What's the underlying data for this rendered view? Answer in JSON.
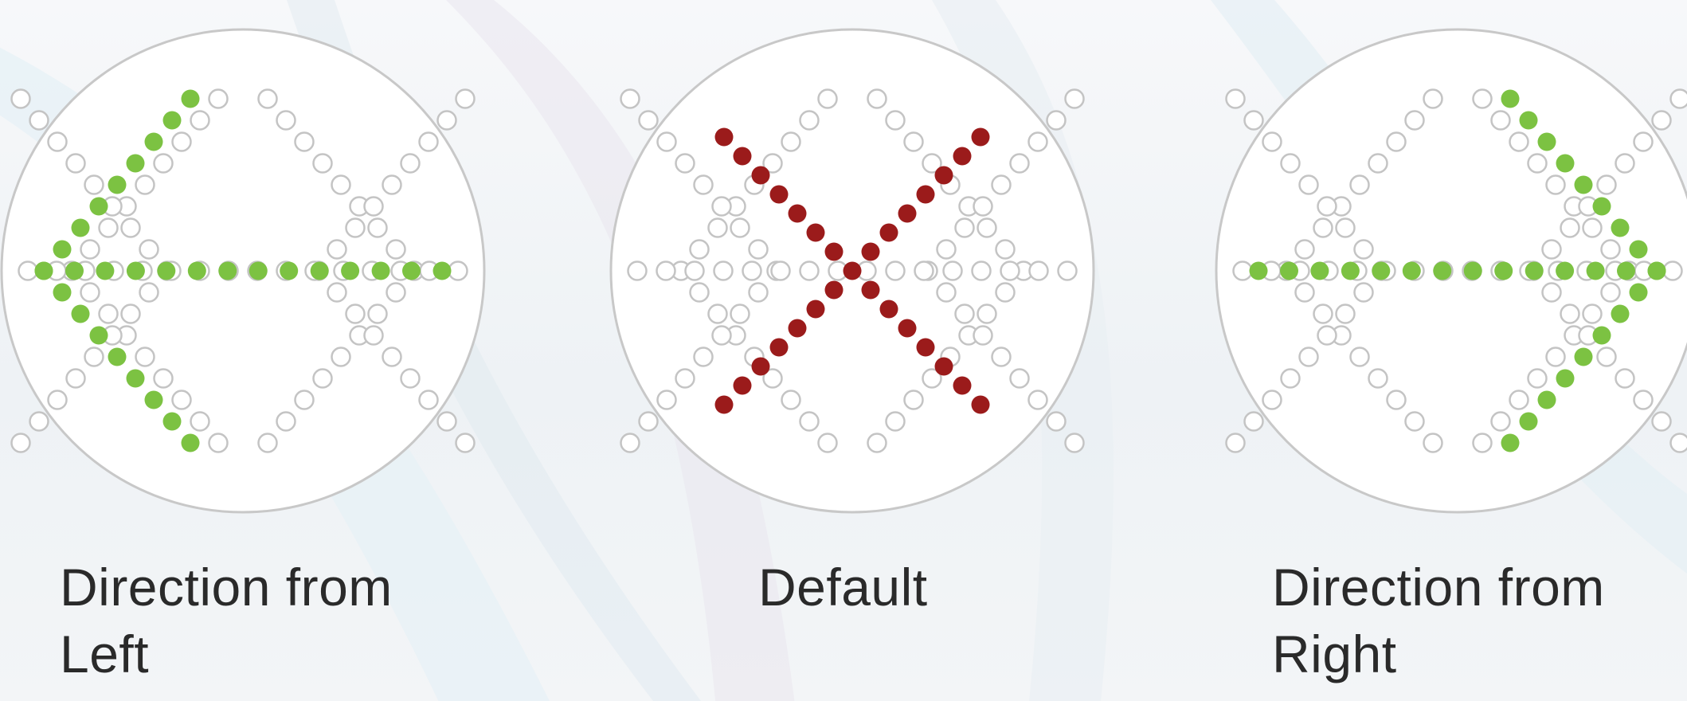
{
  "panels": [
    {
      "id": "left",
      "caption_line1": "Direction from",
      "caption_line2": "Left",
      "sign": "arrow-left",
      "active_color": "#7cc242"
    },
    {
      "id": "default",
      "caption_line1": "Default",
      "caption_line2": "",
      "sign": "x",
      "active_color": "#9b1b1b"
    },
    {
      "id": "right",
      "caption_line1": "Direction from",
      "caption_line2": "Right",
      "sign": "arrow-right",
      "active_color": "#7cc242"
    }
  ],
  "colors": {
    "inactive_dot_stroke": "#c4c4c4",
    "inactive_dot_fill": "#ffffff",
    "circle_fill": "#ffffff",
    "circle_stroke": "#c8c8c8",
    "caption_text": "#2a2a2a"
  }
}
